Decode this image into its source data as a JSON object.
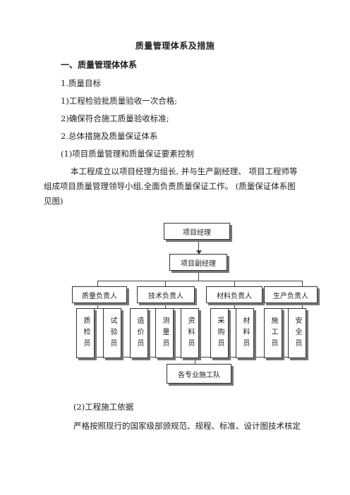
{
  "document": {
    "title": "质量管理体系及措施",
    "section1_heading": "一、质量管理体体系",
    "item1": "1.质量目标",
    "item1_1": "1)工程检验批质量验收一次合格;",
    "item1_2": "2)确保符合施工质量验收标准;",
    "item2": "2.总体措施及质量保证体系",
    "item2_1": "(1)项目质量管理和质量保证要素控制",
    "paragraph1": "本工程成立以项目经理为组长, 并与生产副经理、 项目工程师等组成项目质量管理领导小组,全面负责质量保证工作。 (质量保证体系图见图)",
    "item2_2": "(2)工程施工依据",
    "paragraph2": "严格按照现行的国家级部颁规范、规程、标准、设计图技术核定"
  },
  "org_chart": {
    "top": "项目经理",
    "second": "项目副经理",
    "heads": [
      "质量负责人",
      "技术负责人",
      "材料负责人",
      "生产负责人"
    ],
    "staff": [
      "质检员",
      "试验员",
      "造价员",
      "测量员",
      "资料员",
      "采购员",
      "材料员",
      "施工员",
      "安全员"
    ],
    "bottom": "各专业施工队"
  }
}
